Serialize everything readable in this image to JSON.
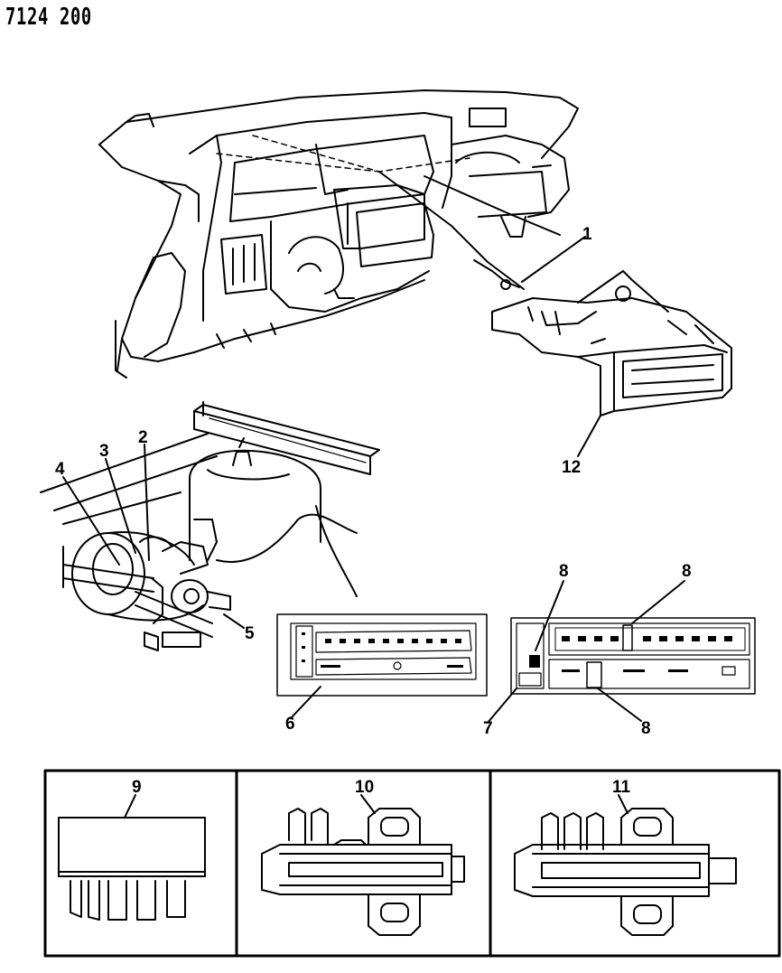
{
  "diagram_code": "7124 200",
  "callouts": {
    "c1": "1",
    "c2": "2",
    "c3": "3",
    "c4": "4",
    "c5": "5",
    "c6": "6",
    "c7": "7",
    "c8a": "8",
    "c8b": "8",
    "c8c": "8",
    "c9": "9",
    "c10": "10",
    "c11": "11",
    "c12": "12"
  }
}
